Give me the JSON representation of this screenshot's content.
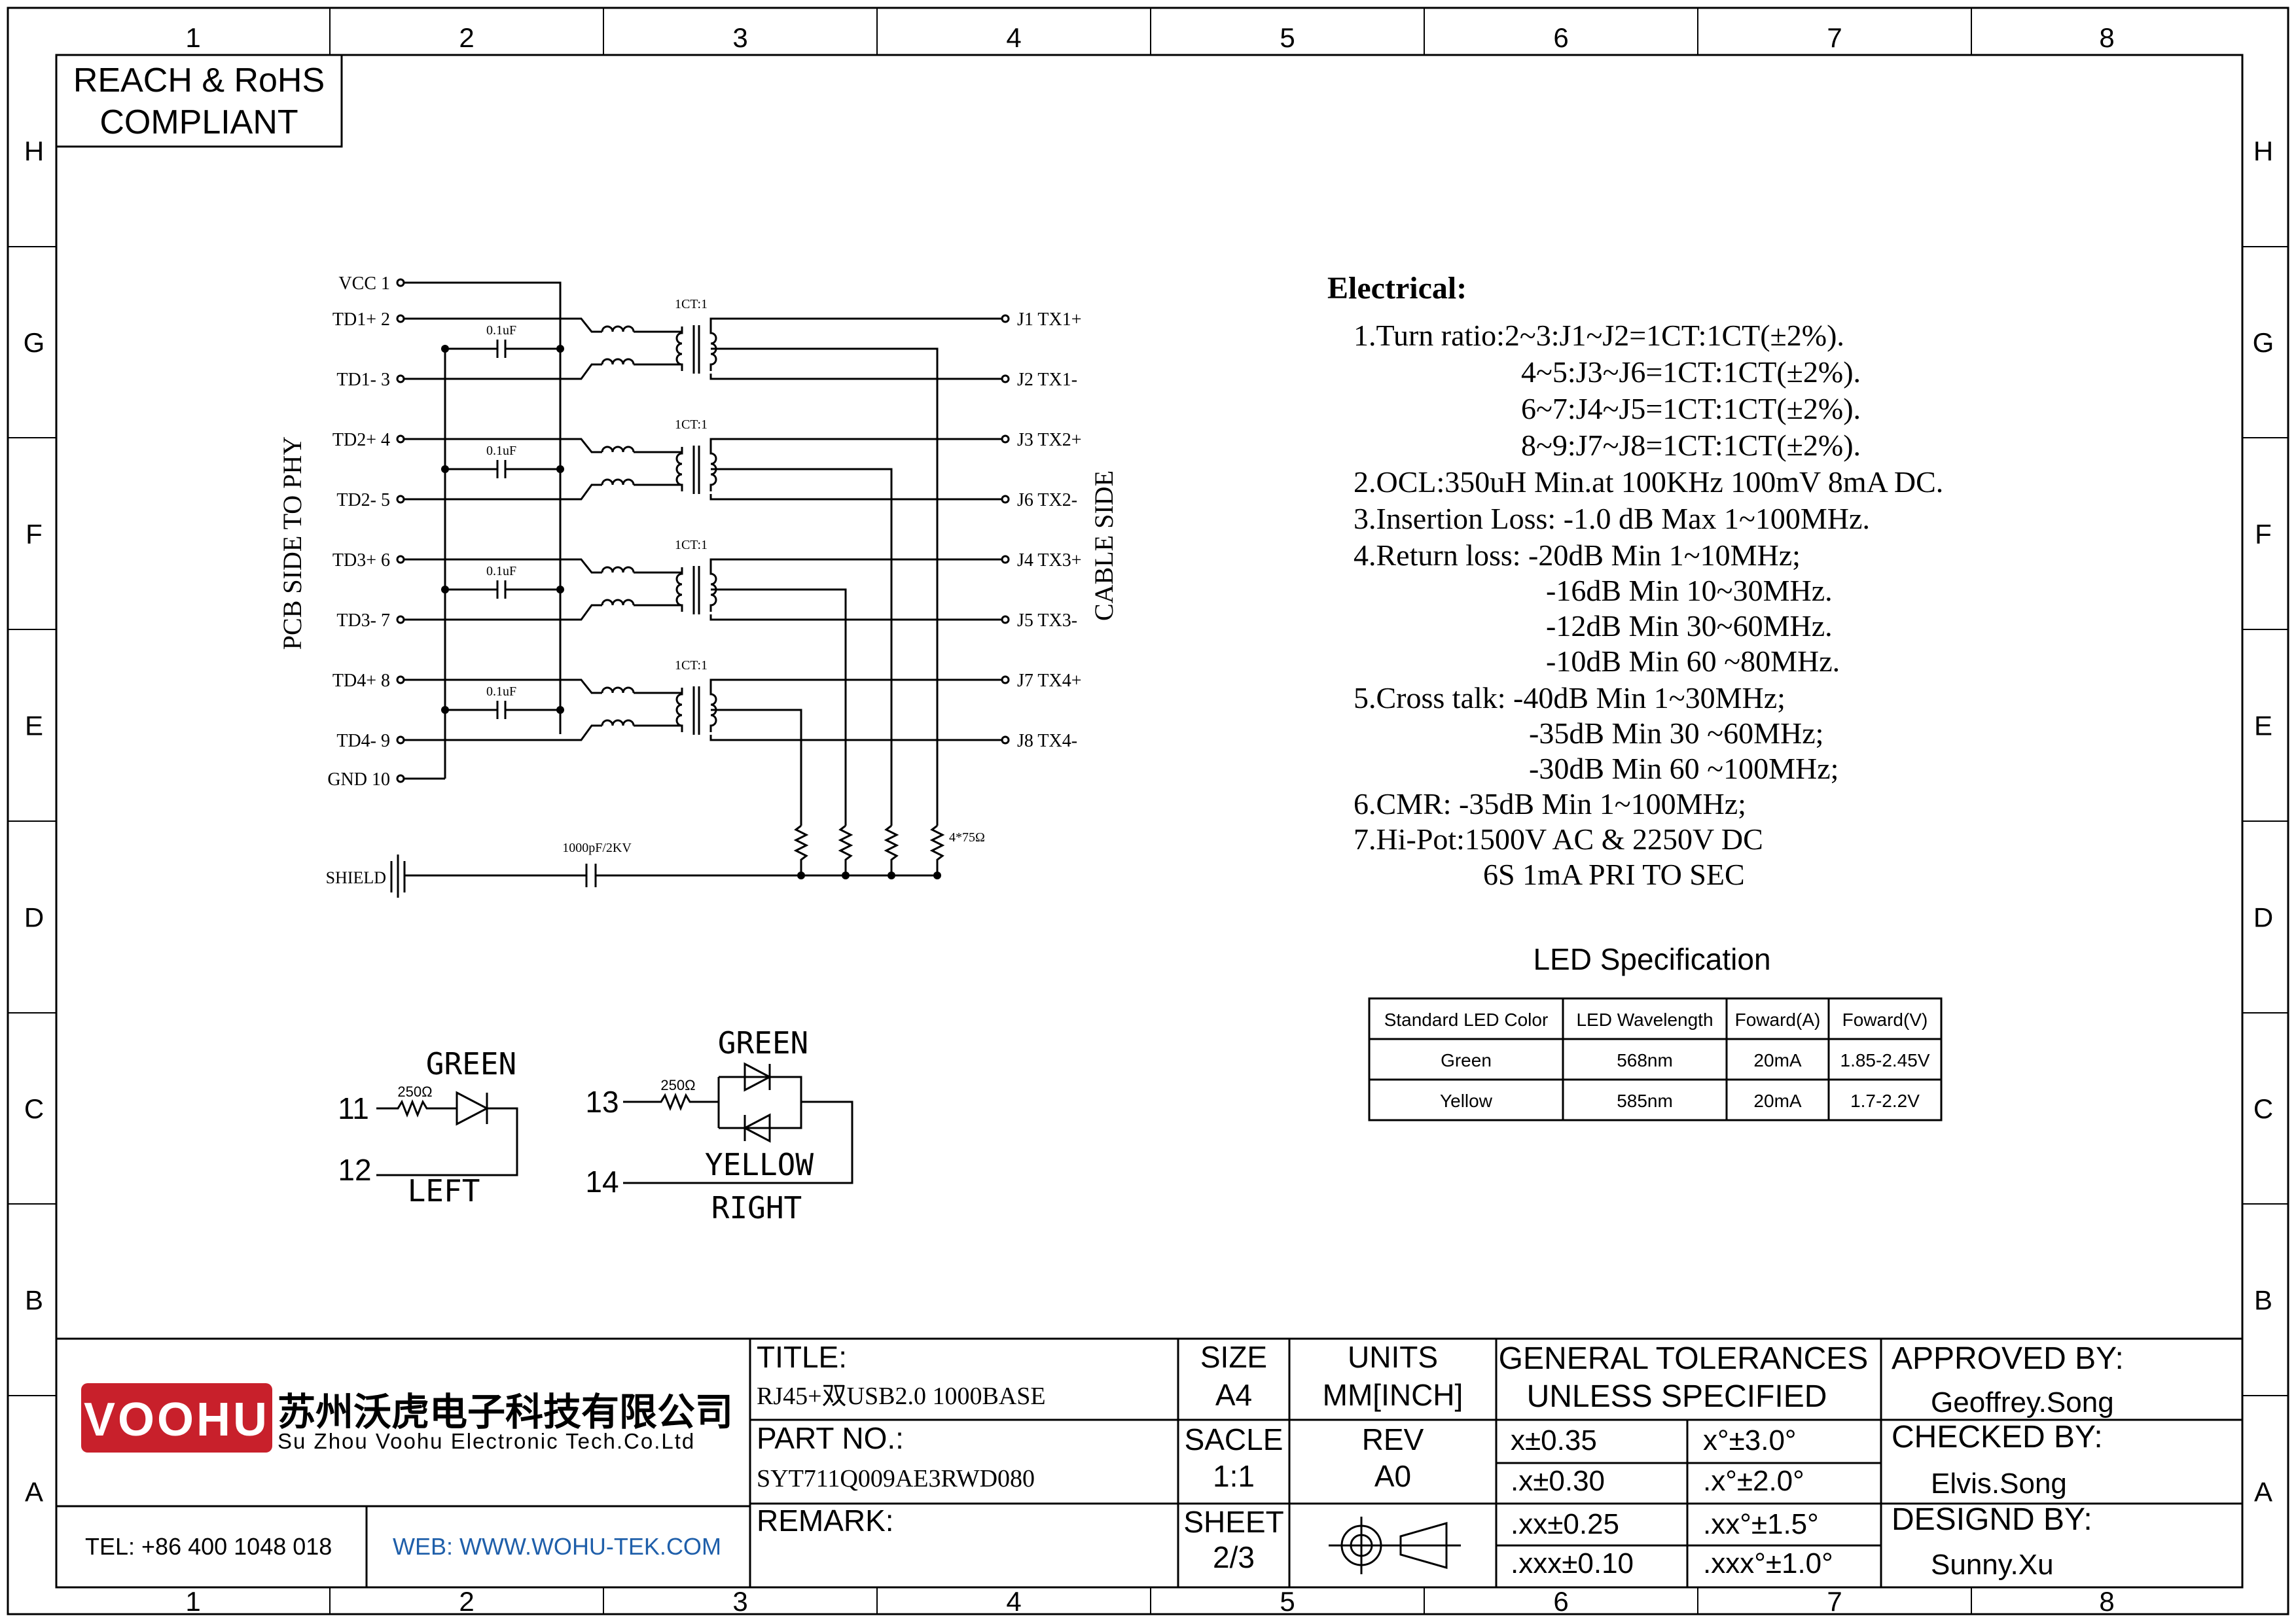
{
  "frame": {
    "columns": [
      "1",
      "2",
      "3",
      "4",
      "5",
      "6",
      "7",
      "8"
    ],
    "rows": [
      "H",
      "G",
      "F",
      "E",
      "D",
      "C",
      "B",
      "A"
    ]
  },
  "compliance": {
    "line1": "REACH & RoHS",
    "line2": "COMPLIANT"
  },
  "schematic": {
    "left_pins": [
      {
        "label": "VCC",
        "num": "1"
      },
      {
        "label": "TD1+",
        "num": "2"
      },
      {
        "label": "TD1-",
        "num": "3"
      },
      {
        "label": "TD2+",
        "num": "4"
      },
      {
        "label": "TD2-",
        "num": "5"
      },
      {
        "label": "TD3+",
        "num": "6"
      },
      {
        "label": "TD3-",
        "num": "7"
      },
      {
        "label": "TD4+",
        "num": "8"
      },
      {
        "label": "TD4-",
        "num": "9"
      },
      {
        "label": "GND",
        "num": "10"
      }
    ],
    "right_pins": [
      {
        "num": "J1",
        "label": "TX1+"
      },
      {
        "num": "J2",
        "label": "TX1-"
      },
      {
        "num": "J3",
        "label": "TX2+"
      },
      {
        "num": "J6",
        "label": "TX2-"
      },
      {
        "num": "J4",
        "label": "TX3+"
      },
      {
        "num": "J5",
        "label": "TX3-"
      },
      {
        "num": "J7",
        "label": "TX4+"
      },
      {
        "num": "J8",
        "label": "TX4-"
      }
    ],
    "cap_label": "0.1uF",
    "ratio_label": "1CT:1",
    "left_side_label": "PCB SIDE TO PHY",
    "right_side_label": "CABLE SIDE",
    "shield_label": "SHIELD",
    "shield_cap_label": "1000pF/2KV",
    "resistor_label": "4*75Ω"
  },
  "leds": {
    "left": {
      "pin_a": "11",
      "pin_b": "12",
      "resistor": "250Ω",
      "color": "GREEN",
      "side": "LEFT"
    },
    "right": {
      "pin_a": "13",
      "pin_b": "14",
      "resistor": "250Ω",
      "color_top": "GREEN",
      "color_bottom": "YELLOW",
      "side": "RIGHT"
    }
  },
  "electrical": {
    "title": "Electrical:",
    "lines": [
      "1.Turn ratio:2~3:J1~J2=1CT:1CT(±2%).",
      "4~5:J3~J6=1CT:1CT(±2%).",
      "6~7:J4~J5=1CT:1CT(±2%).",
      "8~9:J7~J8=1CT:1CT(±2%).",
      "2.OCL:350uH Min.at 100KHz 100mV 8mA DC.",
      "3.Insertion Loss: -1.0 dB Max 1~100MHz.",
      "4.Return loss: -20dB Min 1~10MHz;",
      "-16dB Min 10~30MHz.",
      "-12dB Min 30~60MHz.",
      "-10dB Min 60 ~80MHz.",
      "5.Cross talk: -40dB Min 1~30MHz;",
      "-35dB Min 30 ~60MHz;",
      "-30dB Min 60 ~100MHz;",
      "6.CMR: -35dB Min 1~100MHz;",
      "7.Hi-Pot:1500V AC & 2250V DC",
      "6S 1mA PRI TO SEC"
    ]
  },
  "led_spec": {
    "title": "LED Specification",
    "headers": [
      "Standard LED Color",
      "LED Wavelength",
      "Foward(A)",
      "Foward(V)"
    ],
    "rows": [
      [
        "Green",
        "568nm",
        "20mA",
        "1.85-2.45V"
      ],
      [
        "Yellow",
        "585nm",
        "20mA",
        "1.7-2.2V"
      ]
    ]
  },
  "title_block": {
    "logo": "VOOHU",
    "company_cn": "苏州沃虎电子科技有限公司",
    "company_en": "Su Zhou Voohu Electronic Tech.Co.Ltd",
    "tel": "TEL: +86 400 1048 018",
    "web": "WEB: WWW.WOHU-TEK.COM",
    "title_label": "TITLE:",
    "title_value": "RJ45+双USB2.0 1000BASE",
    "part_label": "PART NO.:",
    "part_value": "SYT711Q009AE3RWD080",
    "remark_label": "REMARK:",
    "size_label": "SIZE",
    "size_value": "A4",
    "units_label": "UNITS",
    "units_value": "MM[INCH]",
    "scale_label": "SACLE",
    "scale_value": "1:1",
    "rev_label": "REV",
    "rev_value": "A0",
    "sheet_label": "SHEET",
    "sheet_value": "2/3",
    "tol_title1": "GENERAL TOLERANCES",
    "tol_title2": "UNLESS SPECIFIED",
    "tolerances": [
      [
        "x±0.35",
        "x°±3.0°"
      ],
      [
        ".x±0.30",
        ".x°±2.0°"
      ],
      [
        ".xx±0.25",
        ".xx°±1.5°"
      ],
      [
        ".xxx±0.10",
        ".xxx°±1.0°"
      ]
    ],
    "approved_label": "APPROVED BY:",
    "approved_value": "Geoffrey.Song",
    "checked_label": "CHECKED BY:",
    "checked_value": "Elvis.Song",
    "designed_label": "DESIGND BY:",
    "designed_value": "Sunny.Xu",
    "colors": {
      "logo_red": "#c8202b",
      "web_blue": "#1f5faa"
    }
  }
}
